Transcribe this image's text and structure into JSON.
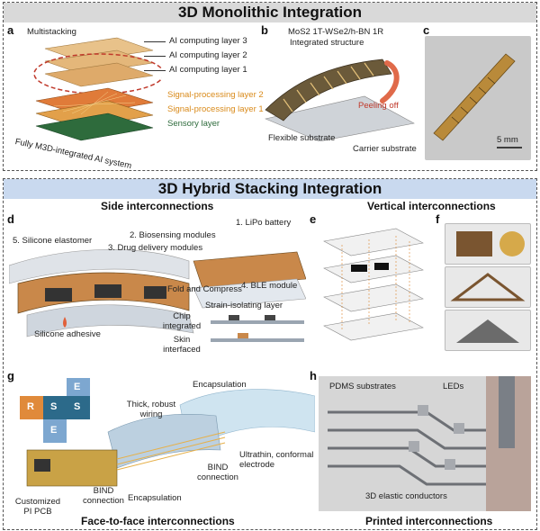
{
  "top": {
    "title": "3D Monolithic Integration",
    "a": {
      "label": "a",
      "multistacking": "Multistacking",
      "layer3": "AI computing layer 3",
      "layer2": "AI computing layer 2",
      "layer1": "AI computing layer 1",
      "sig2": "Signal-processing layer 2",
      "sig1": "Signal-processing layer 1",
      "sensory": "Sensory layer",
      "system": "Fully M3D-integrated AI system"
    },
    "b": {
      "label": "b",
      "title_line1": "MoS2 1T-WSe2/h-BN 1R",
      "title_line2": "Integrated structure",
      "peeling": "Peeling off",
      "flexible": "Flexible substrate",
      "carrier": "Carrier substrate"
    },
    "c": {
      "label": "c",
      "scale": "5 mm"
    }
  },
  "bottom": {
    "title": "3D Hybrid Stacking Integration",
    "d": {
      "label": "d",
      "section": "Side interconnections",
      "battery": "1. LiPo battery",
      "biosensing": "2. Biosensing modules",
      "drug": "3. Drug delivery modules",
      "ble": "4. BLE module",
      "silicone": "5. Silicone elastomer",
      "fold": "Fold and Compress",
      "strain": "Strain-isolating layer",
      "adhesive": "Silicone adhesive",
      "chip": "Chip integrated",
      "skin": "Skin interfaced"
    },
    "e": {
      "label": "e",
      "section": "Vertical interconnections"
    },
    "f": {
      "label": "f"
    },
    "g": {
      "label": "g",
      "section": "Face-to-face interconnections",
      "encap_top": "Encapsulation",
      "wiring": "Thick, robust wiring",
      "electrode": "Ultrathin, conformal electrode",
      "bind1": "BIND connection",
      "bind2": "BIND connection",
      "encap_bottom": "Encapsulation",
      "pcb": "Customized PI PCB",
      "puzzle": [
        "R",
        "E",
        "S",
        "S",
        "E"
      ]
    },
    "h": {
      "label": "h",
      "section": "Printed interconnections",
      "pdms": "PDMS substrates",
      "leds": "LEDs",
      "conductors": "3D elastic conductors"
    }
  }
}
